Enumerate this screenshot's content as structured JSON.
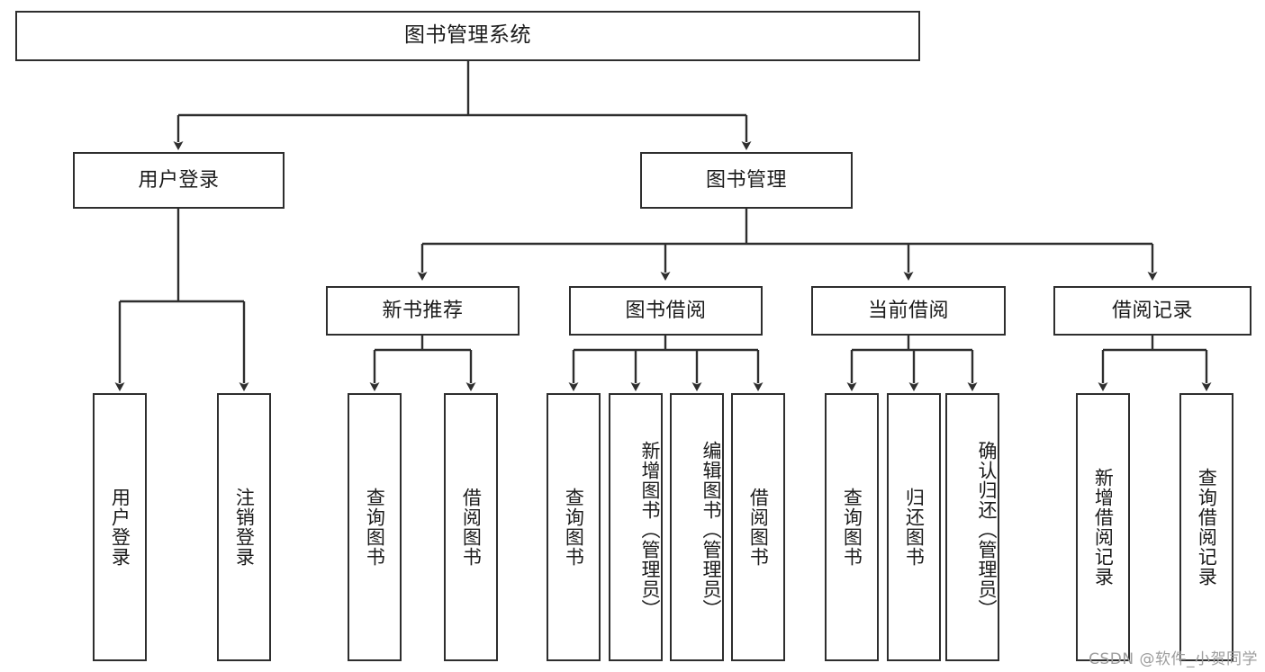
{
  "diagram": {
    "title": "图书管理系统",
    "type": "tree",
    "watermark": "CSDN @软件_小贺同学",
    "colors": {
      "background": "#ffffff",
      "box_border": "#2e2e2e",
      "box_fill": "#ffffff",
      "text": "#1b1b1b",
      "edge": "#2e2e2e",
      "watermark": "#9d9d9d"
    },
    "root": {
      "label": "图书管理系统"
    },
    "level2": [
      {
        "label": "用户登录"
      },
      {
        "label": "图书管理"
      }
    ],
    "level3": [
      {
        "label": "新书推荐"
      },
      {
        "label": "图书借阅"
      },
      {
        "label": "当前借阅"
      },
      {
        "label": "借阅记录"
      }
    ],
    "leaves": {
      "user_login": [
        {
          "label": "用户登录"
        },
        {
          "label": "注销登录"
        }
      ],
      "new_book": [
        {
          "label": "查询图书"
        },
        {
          "label": "借阅图书"
        }
      ],
      "book_borrow": [
        {
          "label": "查询图书"
        },
        {
          "label": "新增图书（管理员）"
        },
        {
          "label": "编辑图书（管理员）"
        },
        {
          "label": "借阅图书"
        }
      ],
      "current_borrow": [
        {
          "label": "查询图书"
        },
        {
          "label": "归还图书"
        },
        {
          "label": "确认归还（管理员）"
        }
      ],
      "borrow_record": [
        {
          "label": "新增借阅记录"
        },
        {
          "label": "查询借阅记录"
        }
      ]
    }
  }
}
